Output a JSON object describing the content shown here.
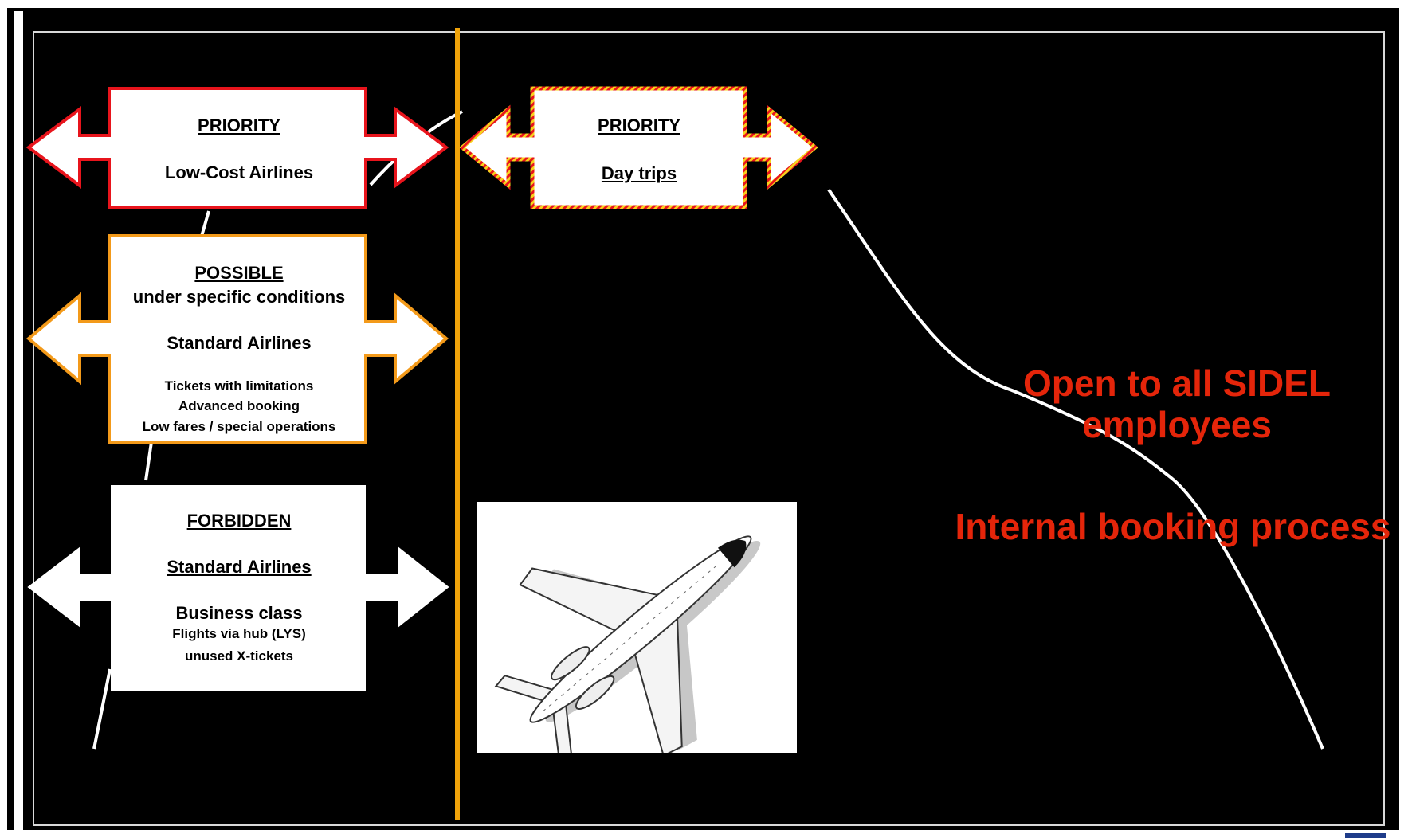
{
  "boxes": [
    {
      "id": "priority-lowcost",
      "heading": "PRIORITY",
      "line1": "Low-Cost Airlines"
    },
    {
      "id": "priority-daytrips",
      "heading": "PRIORITY",
      "line1": "Day trips"
    },
    {
      "id": "possible",
      "heading": "POSSIBLE",
      "subheading": "under specific conditions",
      "line1": "Standard Airlines",
      "details": [
        "Tickets with limitations",
        "Advanced booking",
        "Low fares / special operations"
      ]
    },
    {
      "id": "forbidden",
      "heading": "FORBIDDEN",
      "line1": "Standard Airlines",
      "line2": "Business class",
      "details": [
        "Flights via hub (LYS)",
        "unused X-tickets"
      ]
    }
  ],
  "right_text": {
    "line1": "Open to all SIDEL",
    "line2": "employees",
    "line3": "Internal booking process"
  },
  "colors": {
    "background": "#000000",
    "divider": "#f0a30a",
    "priority_border": "#e8141c",
    "possible_border": "#f39a1a",
    "red_text": "#e4250a"
  },
  "icons": {
    "plane": "airplane-icon"
  }
}
